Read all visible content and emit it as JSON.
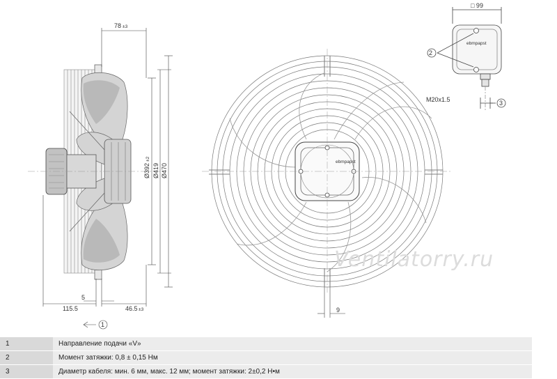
{
  "dimensions": {
    "depth": "78",
    "depth_tol": "±3",
    "dia_wheel": "Ø392",
    "dia_wheel_tol": "±2",
    "dia_ring": "Ø419",
    "dia_guard": "Ø470",
    "gap": "5",
    "offset": "115.5",
    "front": "46.5",
    "front_tol": "±3",
    "bracket": "9",
    "box_width": "□ 99",
    "cable_gland": "M20x1.5"
  },
  "callouts": {
    "c1": "1",
    "c2": "2",
    "c3": "3"
  },
  "brand": "ebmpapst",
  "watermark": "Ventilatorry.ru",
  "legend": [
    {
      "num": "1",
      "text": "Направление подачи «V»"
    },
    {
      "num": "2",
      "text": "Момент затяжки: 0,8 ± 0,15 Нм"
    },
    {
      "num": "3",
      "text": "Диаметр кабеля: мин. 6 мм, макс. 12 мм; момент затяжки: 2±0,2 Н•м"
    }
  ]
}
